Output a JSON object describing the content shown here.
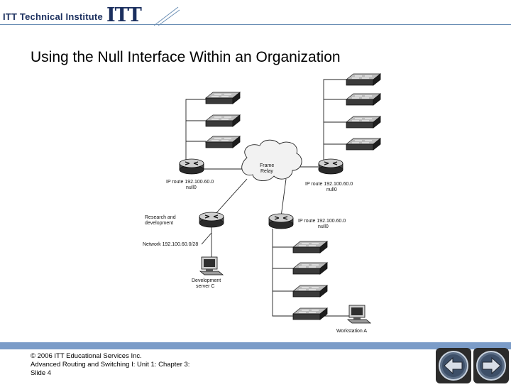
{
  "header": {
    "institute": "ITT Technical Institute",
    "mark": "ITT"
  },
  "title": "Using the Null Interface Within an Organization",
  "diagram": {
    "frame_relay_line1": "Frame",
    "frame_relay_line2": "Relay",
    "left_router_line1": "IP route 192.100.60.0",
    "left_router_line2": "null0",
    "right_router_line1": "IP route 192.100.60.0",
    "right_router_line2": "null0",
    "bottom_router_line1": "IP route 192.100.60.0",
    "bottom_router_line2": "null0",
    "rd_line1": "Research and",
    "rd_line2": "development",
    "network_label": "Network 192.100.60.0/28",
    "server_line1": "Development",
    "server_line2": "server C",
    "workstation_label": "Workstation A"
  },
  "footer": {
    "copyright": "© 2006 ITT Educational Services Inc.",
    "course": "Advanced Routing and Switching I: Unit 1: Chapter 3:",
    "slide": "Slide 4"
  },
  "nav": {
    "back_icon": "arrow-left-icon",
    "next_icon": "arrow-right-icon"
  }
}
